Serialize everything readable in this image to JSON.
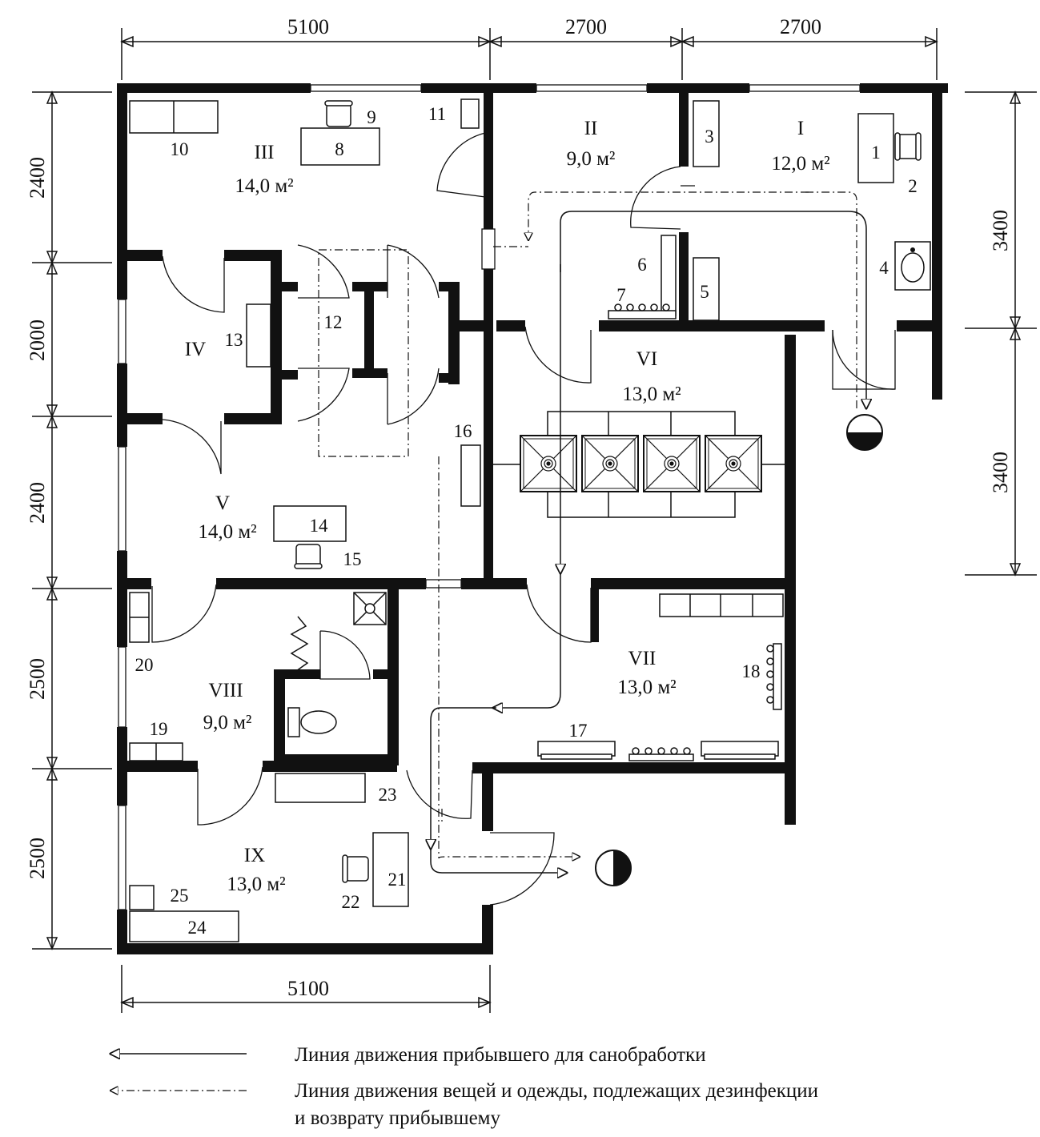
{
  "dimensions": {
    "top": [
      "5100",
      "2700",
      "2700"
    ],
    "bottom": "5100",
    "left": [
      "2400",
      "2000",
      "2400",
      "2500",
      "2500"
    ],
    "right": [
      "3400",
      "3400"
    ]
  },
  "rooms": {
    "I": {
      "numeral": "I",
      "area": "12,0 м²"
    },
    "II": {
      "numeral": "II",
      "area": "9,0 м²"
    },
    "III": {
      "numeral": "III",
      "area": "14,0 м²"
    },
    "IV": {
      "numeral": "IV"
    },
    "V": {
      "numeral": "V",
      "area": "14,0 м²"
    },
    "VI": {
      "numeral": "VI",
      "area": "13,0 м²"
    },
    "VII": {
      "numeral": "VII",
      "area": "13,0 м²"
    },
    "VIII": {
      "numeral": "VIII",
      "area": "9,0 м²"
    },
    "IX": {
      "numeral": "IX",
      "area": "13,0 м²"
    }
  },
  "items": {
    "1": "1",
    "2": "2",
    "3": "3",
    "4": "4",
    "5": "5",
    "6": "6",
    "7": "7",
    "8": "8",
    "9": "9",
    "10": "10",
    "11": "11",
    "12": "12",
    "13": "13",
    "14": "14",
    "15": "15",
    "16": "16",
    "17": "17",
    "18": "18",
    "19": "19",
    "20": "20",
    "21": "21",
    "22": "22",
    "23": "23",
    "24": "24",
    "25": "25"
  },
  "legend": {
    "solid": "Линия движения прибывшего для санобработки",
    "dashdot_line1": "Линия движения вещей и одежды, подлежащих дезинфекции",
    "dashdot_line2": "и возврату прибывшему"
  }
}
